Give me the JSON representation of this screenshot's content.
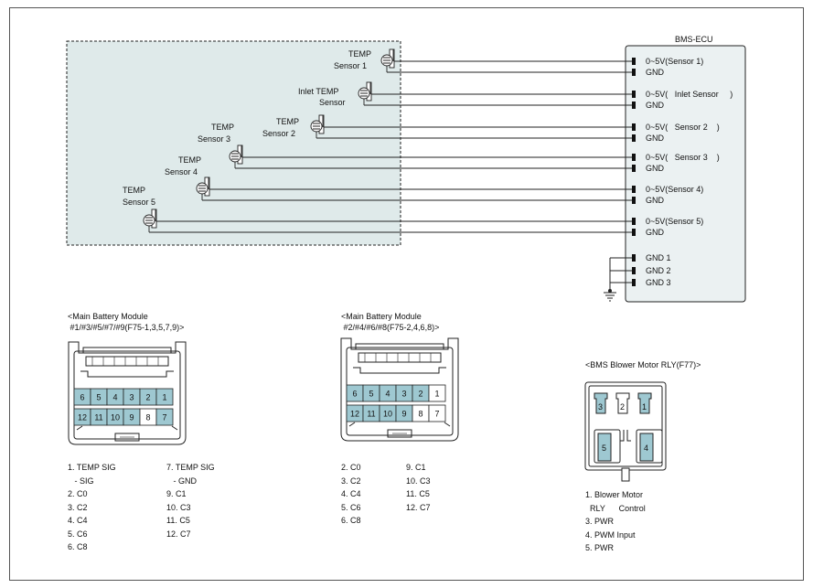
{
  "colors": {
    "module_fill": "#dfeaea",
    "pin_fill": "#9ec8d1",
    "ecu_fill": "#ebf1f2",
    "line": "#222222"
  },
  "ecu": {
    "title": "BMS-ECU",
    "pins": [
      "0~5V(Sensor 1)",
      "GND",
      "0~5V(   Inlet Sensor     )",
      "GND",
      "0~5V(   Sensor 2    )",
      "GND",
      "0~5V(   Sensor 3    )",
      "GND",
      "0~5V(Sensor 4)",
      "GND",
      "0~5V(Sensor 5)",
      "GND",
      "GND 1",
      "GND 2",
      "GND 3"
    ]
  },
  "sensors": [
    {
      "line1": "TEMP",
      "line2": "Sensor 1"
    },
    {
      "line1": "Inlet TEMP",
      "line2": "Sensor"
    },
    {
      "line1": "TEMP",
      "line2": "Sensor 2"
    },
    {
      "line1": "TEMP",
      "line2": "Sensor 3"
    },
    {
      "line1": "TEMP",
      "line2": "Sensor 4"
    },
    {
      "line1": "TEMP",
      "line2": "Sensor 5"
    }
  ],
  "connector_a": {
    "title1": "<Main Battery Module",
    "title2": " #1/#3/#5/#7/#9(F75-1,3,5,7,9)>",
    "row1": [
      "6",
      "5",
      "4",
      "3",
      "2",
      "1"
    ],
    "row2": [
      "12",
      "11",
      "10",
      "9",
      "8",
      "7"
    ],
    "col1": [
      "1. TEMP SIG",
      "   - SIG",
      "2. C0",
      "3. C2",
      "4. C4",
      "5. C6",
      "6. C8"
    ],
    "col2": [
      "7. TEMP SIG",
      "   - GND",
      "9. C1",
      "10. C3",
      "11. C5",
      "12. C7"
    ]
  },
  "connector_b": {
    "title1": "<Main Battery Module",
    "title2": " #2/#4/#6/#8(F75-2,4,6,8)>",
    "row1": [
      "6",
      "5",
      "4",
      "3",
      "2",
      "1"
    ],
    "row2": [
      "12",
      "11",
      "10",
      "9",
      "8",
      "7"
    ],
    "col1": [
      "2. C0",
      "3. C2",
      "4. C4",
      "5. C6",
      "6. C8"
    ],
    "col2": [
      "9. C1",
      "10. C3",
      "11. C5",
      "12. C7"
    ]
  },
  "connector_c": {
    "title": "<BMS Blower Motor RLY(F77)>",
    "top": [
      "3",
      "2",
      "1"
    ],
    "bottom": [
      "5",
      "4"
    ],
    "lines": [
      "1. Blower Motor",
      "  RLY      Control",
      "3. PWR",
      "4. PWM Input",
      "5. PWR"
    ]
  }
}
